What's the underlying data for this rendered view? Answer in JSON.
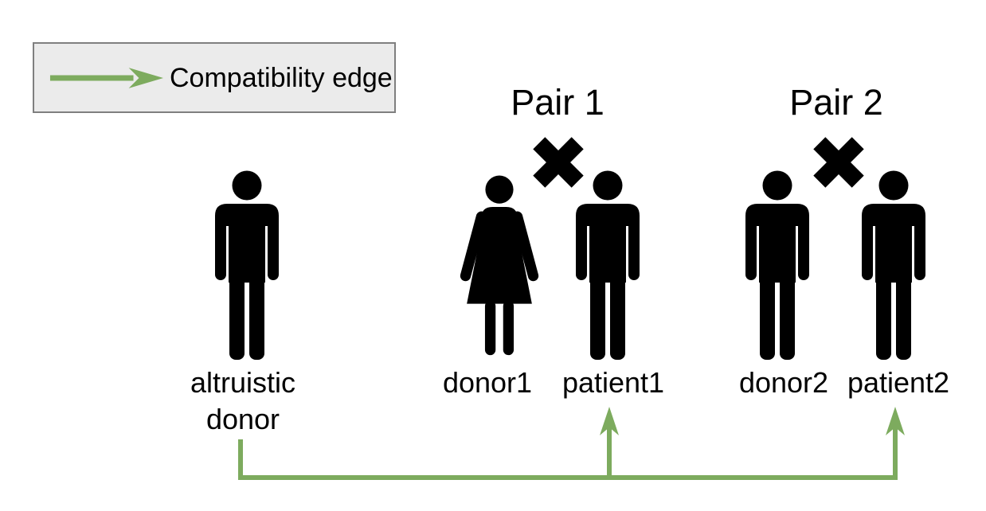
{
  "legend": {
    "label": "Compatibility edge",
    "icon": "green-arrow-right"
  },
  "titles": {
    "pair1": "Pair 1",
    "pair2": "Pair 2"
  },
  "labels": {
    "altruistic_line1": "altruistic",
    "altruistic_line2": "donor",
    "donor1": "donor1",
    "patient1": "patient1",
    "donor2": "donor2",
    "patient2": "patient2"
  },
  "figures": [
    {
      "id": "altruistic-donor",
      "icon": "person-male-silhouette"
    },
    {
      "id": "donor1",
      "icon": "person-female-silhouette"
    },
    {
      "id": "patient1",
      "icon": "person-male-silhouette"
    },
    {
      "id": "donor2",
      "icon": "person-male-silhouette"
    },
    {
      "id": "patient2",
      "icon": "person-male-silhouette"
    }
  ],
  "incompatibility_marks": [
    {
      "between": [
        "donor1",
        "patient1"
      ],
      "icon": "red-x-cross"
    },
    {
      "between": [
        "donor2",
        "patient2"
      ],
      "icon": "red-x-cross"
    }
  ],
  "compatibility_edges": [
    {
      "from": "altruistic-donor",
      "to": "patient1"
    },
    {
      "from": "altruistic-donor",
      "to": "patient2"
    }
  ],
  "colors": {
    "edge_green": "#7dab5e",
    "incompat_red": "#9b2a1d",
    "x_outline": "#8a8a8a",
    "legend_bg": "#ebebeb",
    "legend_border": "#7f7f7f",
    "figure_black": "#000000",
    "text_color": "#000000",
    "canvas_bg": "#ffffff"
  }
}
